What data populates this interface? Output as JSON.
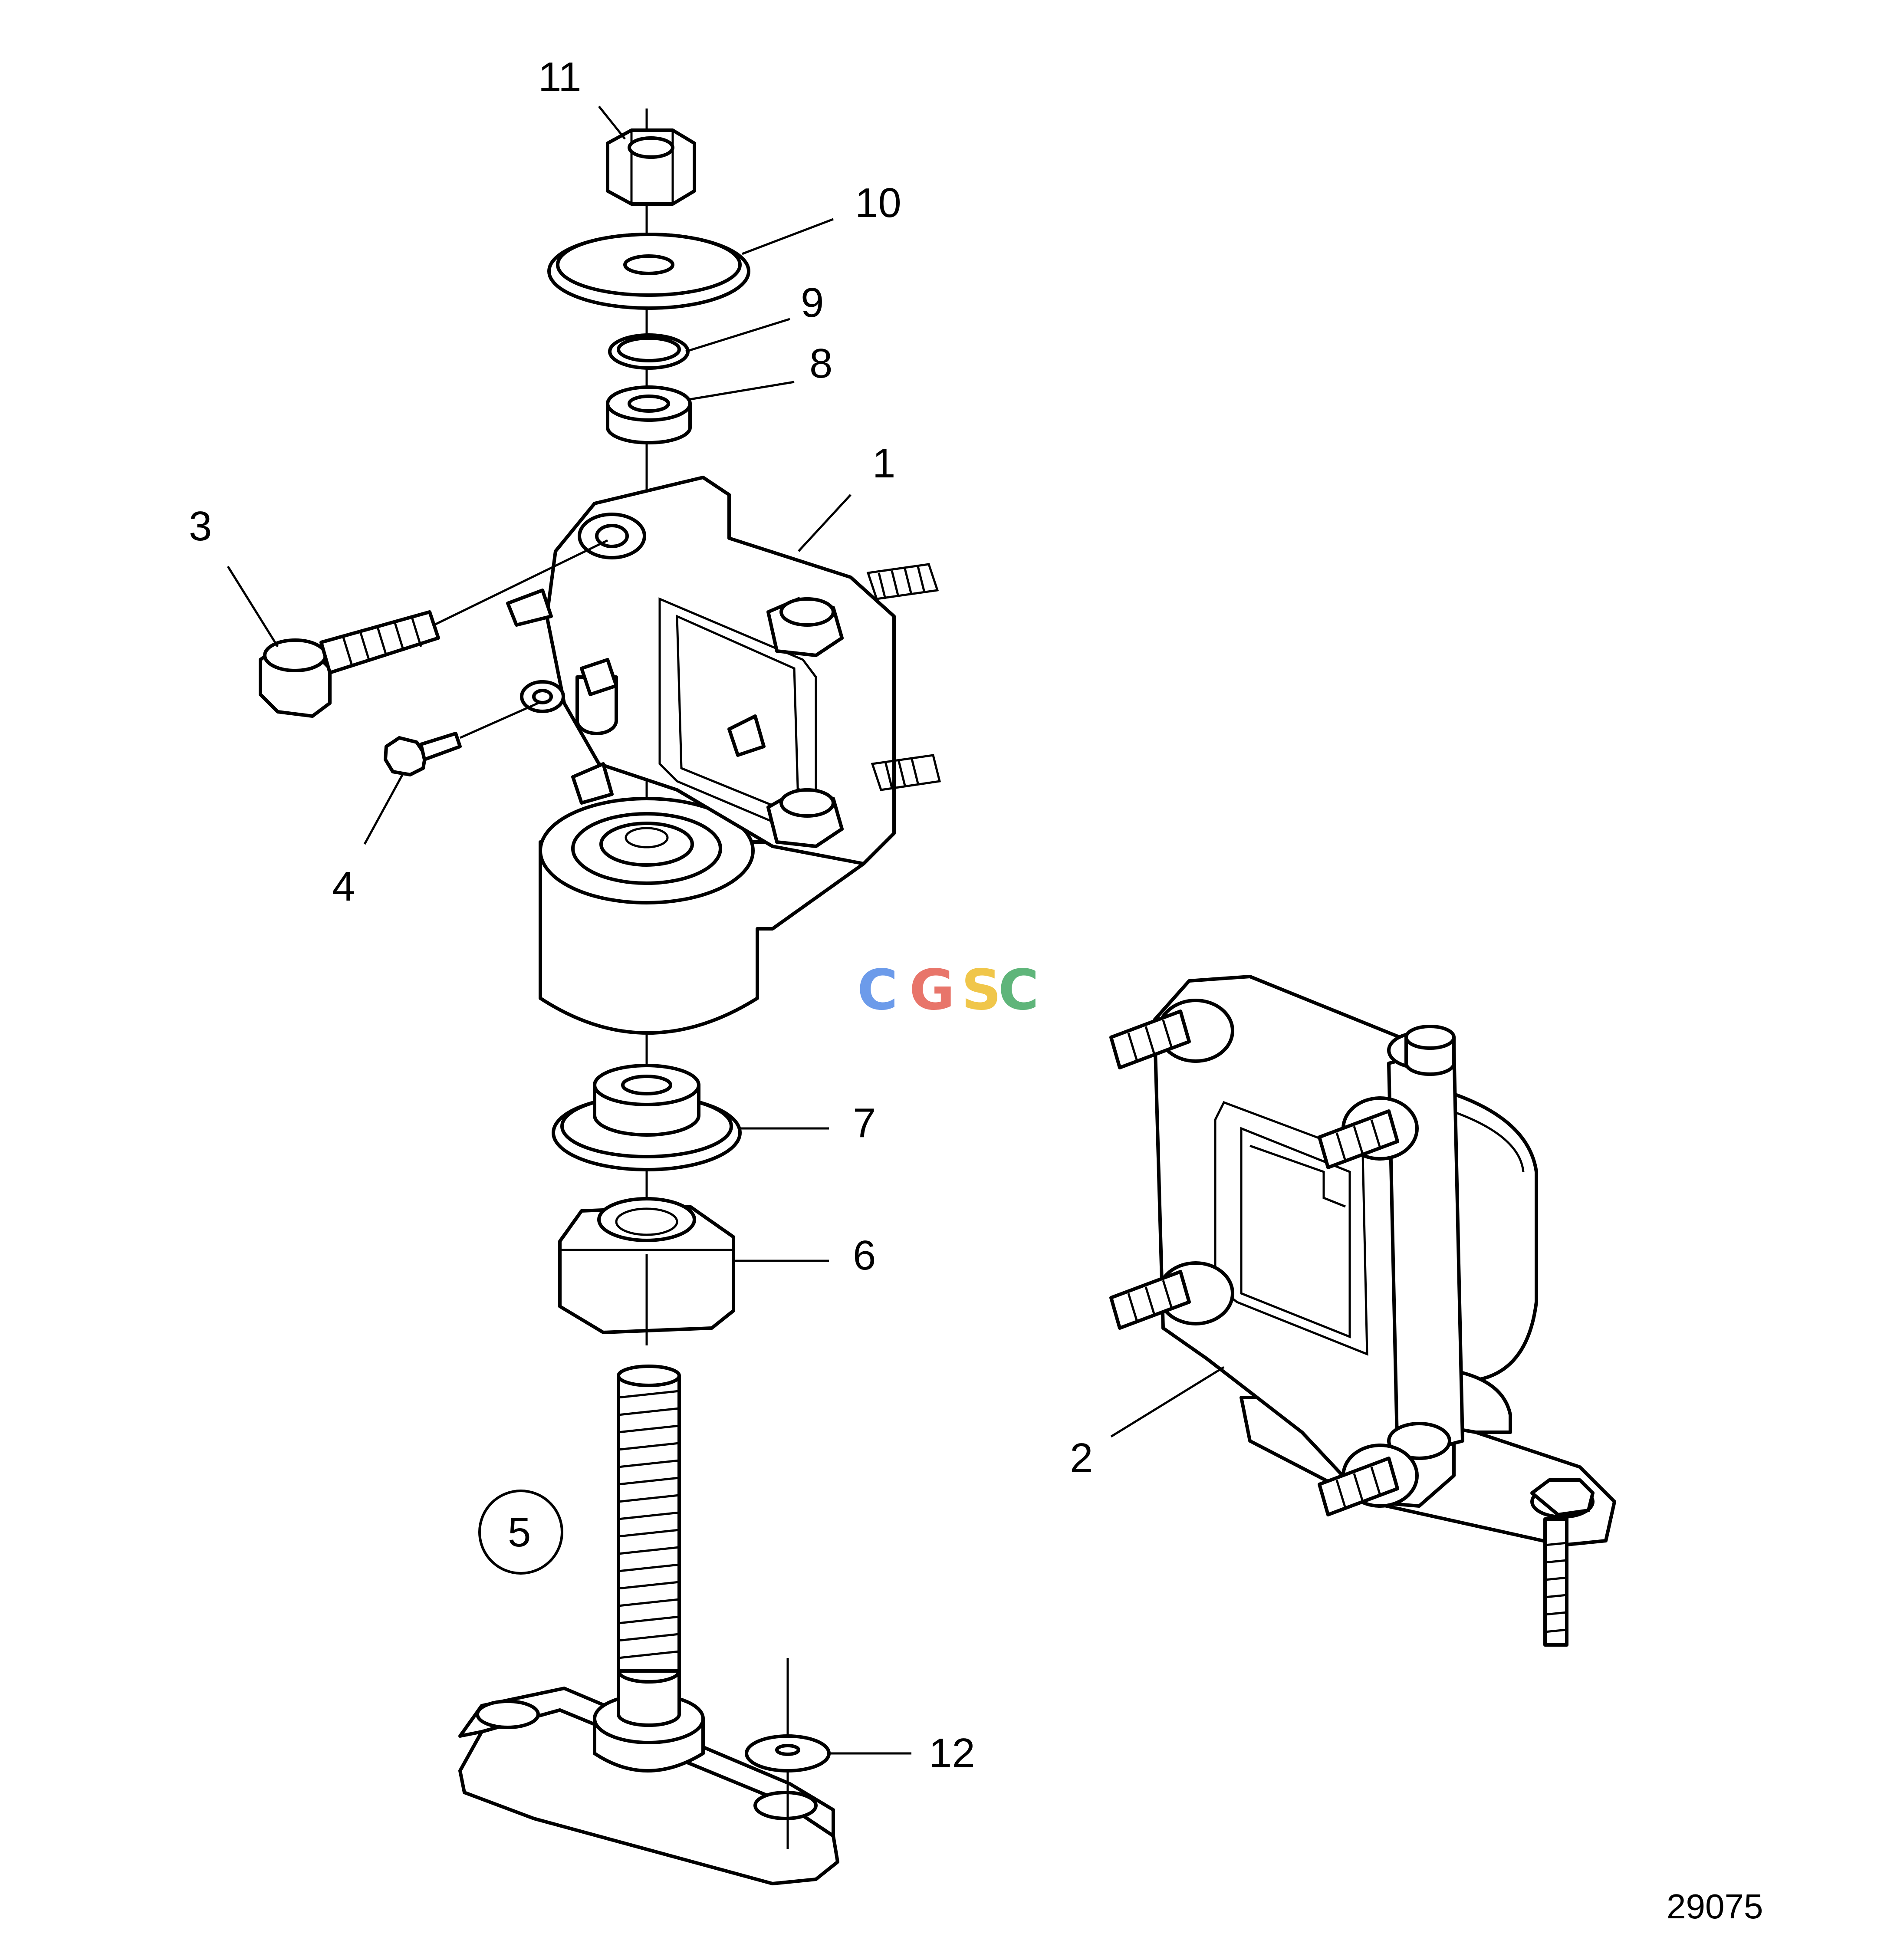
{
  "figure_number": "29075",
  "watermark": {
    "letters": [
      {
        "text": "C",
        "color": "#6c9bea"
      },
      {
        "text": "G",
        "color": "#e8756a"
      },
      {
        "text": "S",
        "color": "#f0c64a"
      },
      {
        "text": "C",
        "color": "#5fb57a"
      }
    ]
  },
  "callouts": {
    "c1": "1",
    "c2": "2",
    "c3": "3",
    "c4": "4",
    "c5": "5",
    "c6": "6",
    "c7": "7",
    "c8": "8",
    "c9": "9",
    "c10": "10",
    "c11": "11",
    "c12": "12"
  }
}
